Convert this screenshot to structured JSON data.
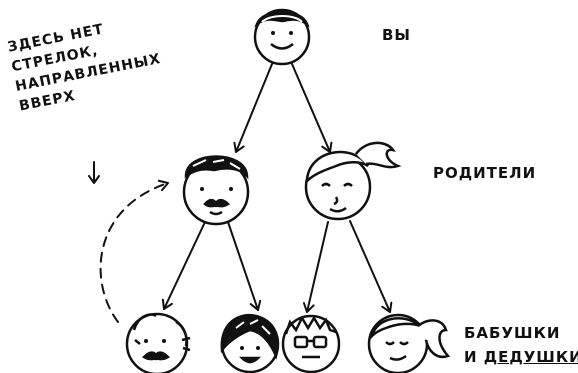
{
  "labels": {
    "you": "ВЫ",
    "parents": "РОДИТЕЛИ",
    "grandparents_line1": "БАБУШКИ",
    "grandparents_line2_prefix": "И ",
    "grandparents_line2_underlined": "ДЕДУШКИ"
  },
  "note": {
    "lines": [
      "ЗДЕСЬ НЕТ",
      "СТРЕЛОК,",
      "НАПРАВЛЕННЫХ",
      "ВВЕРХ"
    ],
    "pointer_icon": "down-arrow-icon"
  },
  "tree": {
    "nodes": [
      {
        "id": "you",
        "kind": "boy",
        "level": "child"
      },
      {
        "id": "father",
        "kind": "man-mustache",
        "level": "parent"
      },
      {
        "id": "mother",
        "kind": "woman-ponytail",
        "level": "parent"
      },
      {
        "id": "grandfather-paternal",
        "kind": "old-man-mustache",
        "level": "grandparent"
      },
      {
        "id": "grandmother-paternal",
        "kind": "woman-bob",
        "level": "grandparent"
      },
      {
        "id": "grandfather-maternal",
        "kind": "man-glasses",
        "level": "grandparent"
      },
      {
        "id": "grandmother-maternal",
        "kind": "woman-ponytail-sleepy",
        "level": "grandparent"
      }
    ],
    "edges": [
      {
        "from": "you",
        "to": "father"
      },
      {
        "from": "you",
        "to": "mother"
      },
      {
        "from": "father",
        "to": "grandfather-paternal"
      },
      {
        "from": "father",
        "to": "grandmother-paternal"
      },
      {
        "from": "mother",
        "to": "grandfather-maternal"
      },
      {
        "from": "mother",
        "to": "grandmother-maternal"
      }
    ],
    "dashed_edge": {
      "from": "grandfather-paternal",
      "to": "father"
    }
  }
}
